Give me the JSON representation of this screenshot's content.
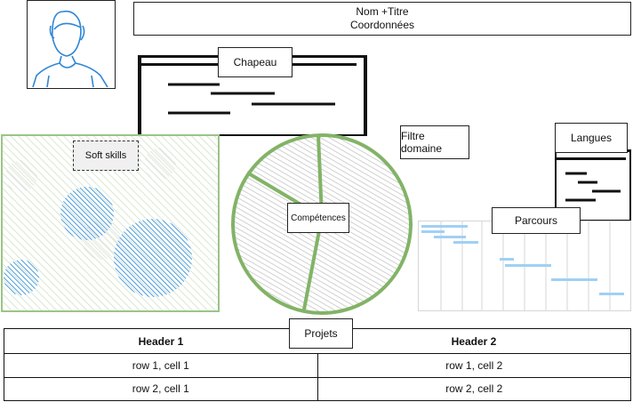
{
  "header": {
    "name_line": "Nom +Titre",
    "coords_line": "Coordonnées"
  },
  "chapeau": {
    "title": "Chapeau"
  },
  "soft_skills": {
    "title": "Soft skills"
  },
  "competences": {
    "title": "Compétences"
  },
  "filtre": {
    "label": "Filtre domaine"
  },
  "langues": {
    "title": "Langues"
  },
  "parcours": {
    "title": "Parcours"
  },
  "projets": {
    "title": "Projets",
    "headers": [
      "Header 1",
      "Header 2"
    ],
    "rows": [
      [
        "row 1, cell 1",
        "row 1, cell 2"
      ],
      [
        "row 2, cell 1",
        "row 2, cell 2"
      ]
    ]
  },
  "colors": {
    "accent_green": "#82b366",
    "bubble_blue": "#3b93e0",
    "gantt_blue": "#9fd0f5"
  },
  "icons": {
    "avatar": "user-silhouette-icon"
  }
}
